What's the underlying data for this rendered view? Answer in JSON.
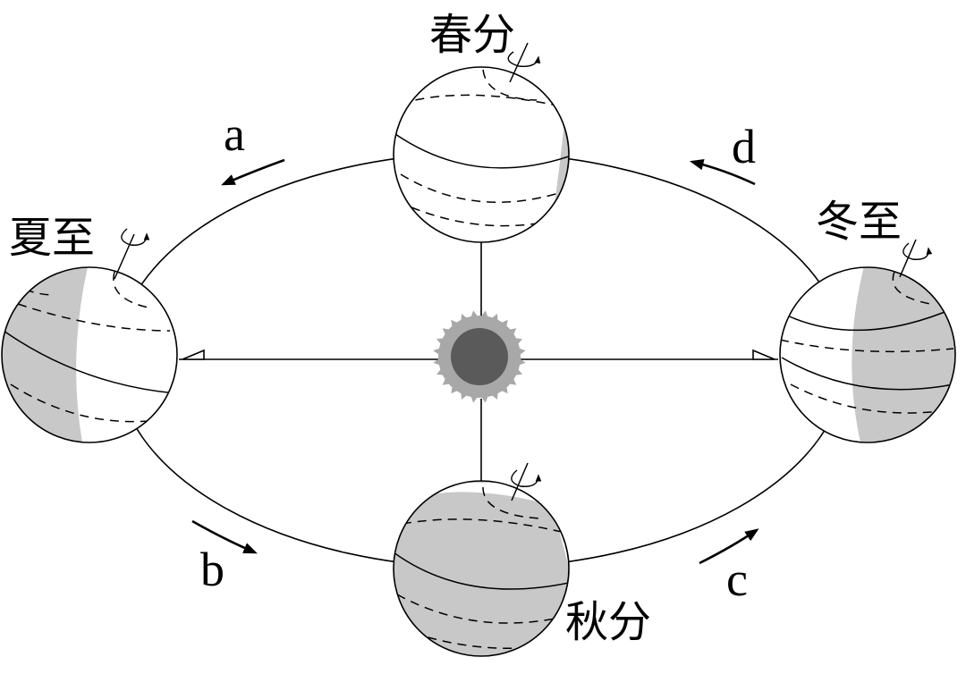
{
  "diagram": {
    "positions": {
      "spring": "春分",
      "summer": "夏至",
      "autumn": "秋分",
      "winter": "冬至"
    },
    "direction_letters": {
      "a": "a",
      "b": "b",
      "c": "c",
      "d": "d"
    },
    "colors": {
      "night_shade": "#c8c8c8",
      "sun_core": "#5a5a5a",
      "sun_corona": "#a8a8a8",
      "line": "#000000"
    },
    "icons": [
      "sun-icon",
      "rotation-arrow-icon",
      "orbit-direction-arrow-icon"
    ]
  }
}
